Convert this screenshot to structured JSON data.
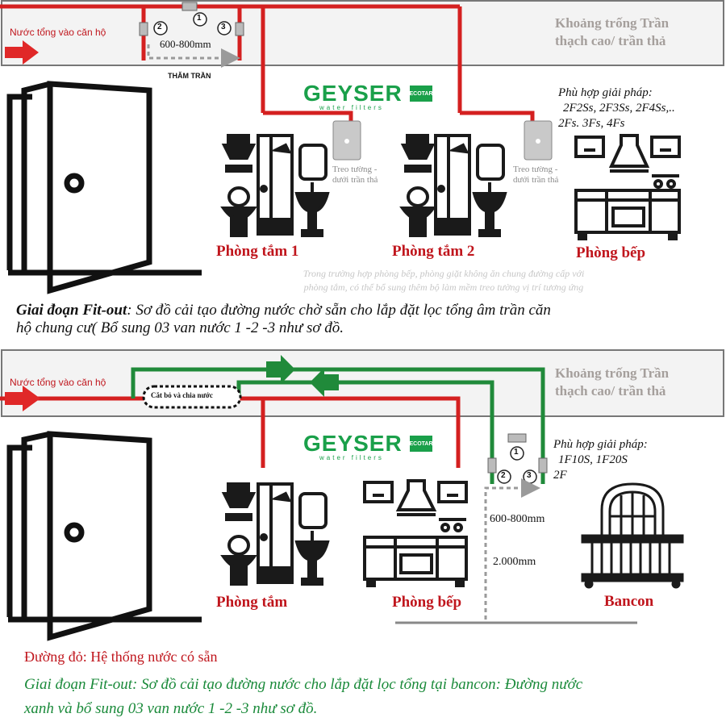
{
  "colors": {
    "existing_pipe": "#d42020",
    "new_pipe": "#208a3a",
    "ceiling_box": "#f2f2f2",
    "label_red": "#c0161d",
    "label_green": "#1a8a3a"
  },
  "top": {
    "inlet_label": "Nước tổng vào căn hộ",
    "valve_1": "1",
    "valve_2": "2",
    "valve_3": "3",
    "distance": "600-800mm",
    "ceiling_access": "THĂM TRẦN",
    "ceiling_note_line1": "Khoảng trống Trần",
    "ceiling_note_line2": "thạch cao/ trần thả",
    "brand": "GEYSER",
    "brand_sub": "water filters",
    "brand_badge": "ECOTAR",
    "wall_mount_1_line1": "Treo tường -",
    "wall_mount_1_line2": "dưới trần thả",
    "wall_mount_2_line1": "Treo tường -",
    "wall_mount_2_line2": "dưới trần thả",
    "solution_title": "Phù hợp giải pháp:",
    "solution_line1": "2F2Ss, 2F3Ss, 2F4Ss,..",
    "solution_line2": "2Fs. 3Fs, 4Fs",
    "room_bath_1": "Phòng tắm 1",
    "room_bath_2": "Phòng tắm 2",
    "room_kitchen": "Phòng bếp",
    "faint_note_line1": "Trong trường hợp phòng bếp, phòng giặt không ăn chung đường cấp với",
    "faint_note_line2": "phòng tắm, có thể bổ sung thêm bộ làm mềm treo tường vị trí tương ứng",
    "caption_bold": "Giai đoạn Fit-out",
    "caption_line1": ": Sơ đồ cải tạo đường nước chờ sẵn cho lắp đặt lọc tổng âm trần căn",
    "caption_line2": "hộ chung cư( Bổ sung 03 van nước 1 -2 -3 như sơ đồ."
  },
  "bottom": {
    "inlet_label": "Nước tổng vào căn hộ",
    "cut_label": "Cắt bỏ và chia nước",
    "ceiling_note_line1": "Khoảng trống Trần",
    "ceiling_note_line2": "thạch cao/ trần thả",
    "brand": "GEYSER",
    "brand_sub": "water filters",
    "brand_badge": "ECOTAR",
    "valve_1": "1",
    "valve_2": "2",
    "valve_3": "3",
    "solution_title": "Phù hợp giải pháp:",
    "solution_line1": "1F10S, 1F20S",
    "solution_line2": "2F",
    "distance": "600-800mm",
    "height": "2.000mm",
    "room_bath": "Phòng tắm",
    "room_kitchen": "Phòng bếp",
    "room_balcony": "Bancon",
    "legend_red": "Đường đỏ: Hệ thống nước có sẵn",
    "caption_line1": "Giai đoạn Fit-out: Sơ đồ cải tạo đường nước cho lắp đặt lọc tổng tại bancon: Đường nước",
    "caption_line2": "xanh và bổ sung 03 van nước 1 -2 -3 như sơ đồ."
  }
}
